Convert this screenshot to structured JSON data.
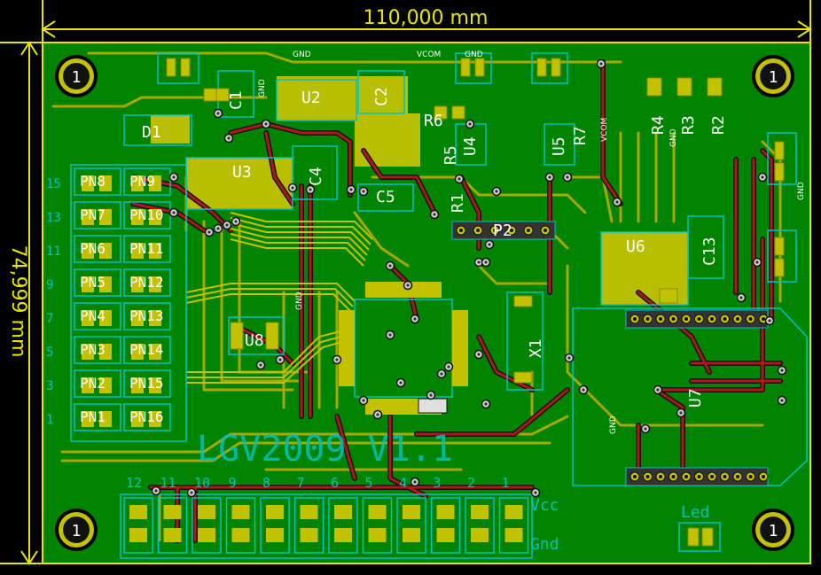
{
  "dimensions": {
    "width_label": "110,000 mm",
    "height_label": "74,999 mm"
  },
  "board_text": {
    "title": "LGV2009 V1.1"
  },
  "mount_holes": [
    "1",
    "1",
    "1",
    "1"
  ],
  "components": {
    "U2": "U2",
    "U3": "U3",
    "U4": "U4",
    "U5": "U5",
    "U6": "U6",
    "U7": "U7",
    "U8": "U8",
    "C1": "C1",
    "C2": "C2",
    "C4": "C4",
    "C5": "C5",
    "C13": "C13",
    "R1": "R1",
    "R2": "R2",
    "R3": "R3",
    "R4": "R4",
    "R5": "R5",
    "R6": "R6",
    "R7": "R7",
    "D1": "D1",
    "P2": "P2",
    "X1": "X1"
  },
  "net_labels": {
    "gnd": "GND",
    "vcom": "VCOM",
    "vcc": "Vcc",
    "gnd2": "Gnd",
    "led": "Led"
  },
  "pn_labels_left": [
    "PN8",
    "PN7",
    "PN6",
    "PN5",
    "PN4",
    "PN3",
    "PN2",
    "PN1"
  ],
  "pn_labels_right": [
    "PN9",
    "PN10",
    "PN11",
    "PN12",
    "PN13",
    "PN14",
    "PN15",
    "PN16"
  ],
  "side_numbers_left": [
    "15",
    "13",
    "11",
    "9",
    "7",
    "5",
    "3",
    "1"
  ],
  "bottom_numbers": [
    "12",
    "11",
    "10",
    "9",
    "8",
    "7",
    "6",
    "5",
    "4",
    "3",
    "2",
    "1"
  ],
  "colors": {
    "board": "#008400",
    "copper": "#c2c200",
    "copper_dark": "#8a8a00",
    "trace_front": "#a01010",
    "silk": "#00c2c2",
    "dim": "#e6e600"
  }
}
